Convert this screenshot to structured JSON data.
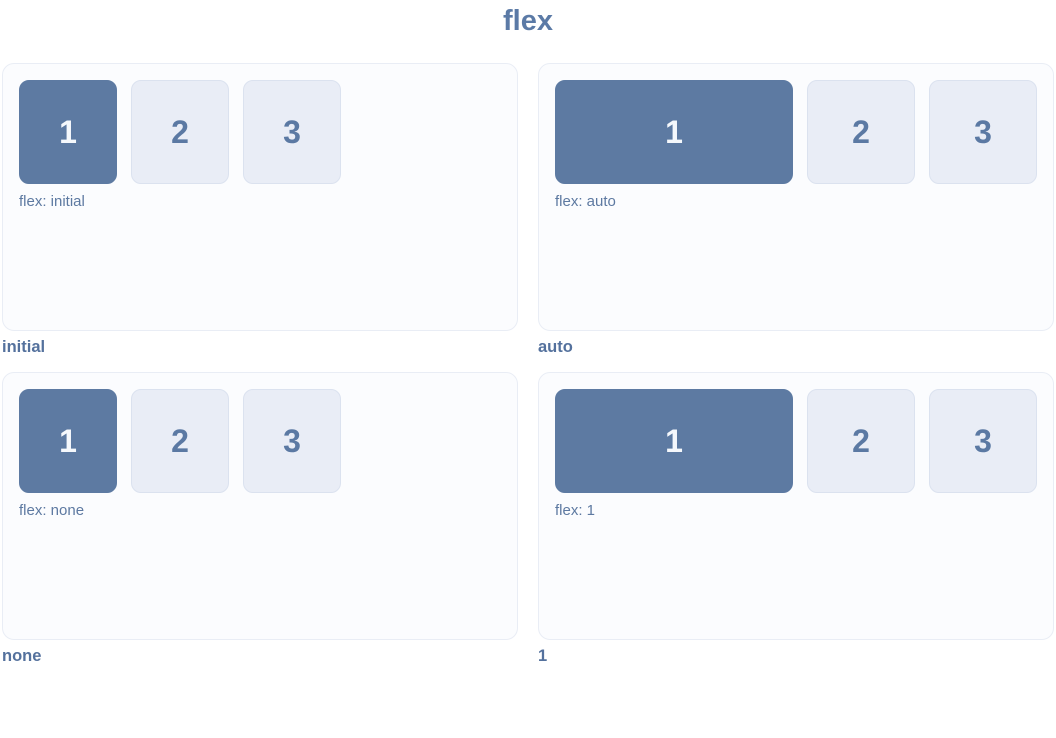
{
  "title": "flex",
  "colors": {
    "accent": "#5b7aa6",
    "box_active_bg": "#5d7aa2",
    "box_active_text": "#f5f8fc",
    "box_bg": "#e9edf6",
    "box_border": "#dbe2ef",
    "box_text": "#5b79a3",
    "panel_bg": "#fbfcfe",
    "panel_border": "#e9edf5",
    "label_text": "#5d79a1",
    "caption_text": "#54719d",
    "page_bg": "#ffffff"
  },
  "panels": [
    {
      "caption": "initial",
      "css_label": "flex: initial",
      "items": [
        "1",
        "2",
        "3"
      ]
    },
    {
      "caption": "auto",
      "css_label": "flex: auto",
      "items": [
        "1",
        "2",
        "3"
      ]
    },
    {
      "caption": "none",
      "css_label": "flex: none",
      "items": [
        "1",
        "2",
        "3"
      ]
    },
    {
      "caption": "1",
      "css_label": "flex: 1",
      "items": [
        "1",
        "2",
        "3"
      ]
    }
  ]
}
